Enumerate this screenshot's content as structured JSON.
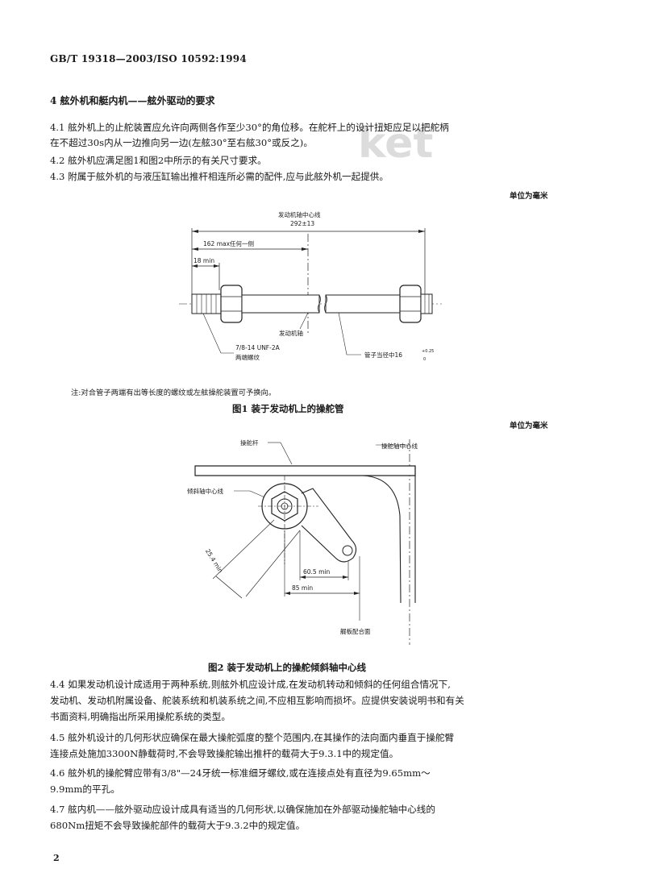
{
  "header": "GB/T 19318—2003/ISO 10592:1994",
  "section4_heading": "4 舷外机和艇内机——舷外驱动的要求",
  "paragraphs": {
    "p4_1_a": "4.1 舷外机上的止舵装置应允许向两侧各作至少30°的角位移。在舵杆上的设计扭矩应足以把舵柄",
    "p4_1_b": "在不超过30s内从一边推向另一边(左舷30°至右舷30°或反之)。",
    "p4_2": "4.2 舷外机应满足图1和图2中所示的有关尺寸要求。",
    "p4_3": "4.3 附属于舷外机的与液压缸输出推杆相连所必需的配件,应与此舷外机一起提供。",
    "p4_4_a": "4.4 如果发动机设计成适用于两种系统,则舷外机应设计成,在发动机转动和倾斜的任何组合情况下,",
    "p4_4_b": "发动机、发动机附属设备、舵装系统和机装系统之间,不应相互影响而损坏。应提供安装说明书和有关",
    "p4_4_c": "书面资料,明确指出所采用操舵系统的类型。",
    "p4_5_a": "4.5 舷外机设计的几何形状应确保在最大操舵弧度的整个范围内,在其操作的法向面内垂直于操舵臂",
    "p4_5_b": "连接点处施加3300N静载荷时,不会导致操舵输出推杆的载荷大于9.3.1中的规定值。",
    "p4_6_a": "4.6 舷外机的操舵臂应带有3/8\"—24牙统一标准细牙螺纹,或在连接点处有直径为9.65mm～",
    "p4_6_b": "9.9mm的平孔。",
    "p4_7_a": "4.7 舷内机——舷外驱动应设计成具有适当的几何形状,以确保施加在外部驱动操舵轴中心线的",
    "p4_7_b": "680Nm扭矩不会导致操舵部件的载荷大于9.3.2中的规定值。"
  },
  "unit_label_1": "单位为毫米",
  "unit_label_2": "单位为毫米",
  "figure1": {
    "label_center": "发动机轴中心线",
    "label_292": "292±13",
    "label_162": "162 max任何一侧",
    "label_18": "18 min",
    "label_shaft": "发动机轴",
    "label_thread_1": "7/8-14 UNF-2A",
    "label_thread_2": "两端螺纹",
    "label_tube": "管子当径中16",
    "label_tol_top": "+0.25",
    "label_tol_bottom": "0",
    "note": "注:对合管子两端有出等长度的螺纹或左舷操舵装置可予换向。",
    "caption": "图1 装于发动机上的操舵管"
  },
  "figure2": {
    "label_arm": "操舵杆",
    "label_steer_axis": "操舵轴中心线",
    "label_tilt_axis": "倾斜轴中心线",
    "label_25_4": "25.4 min",
    "label_60_5": "60.5 min",
    "label_85": "85 min",
    "label_mount": "艉板配合面",
    "caption": "图2 装于发动机上的操舵倾斜轴中心线"
  },
  "watermark": "ket",
  "page_number": "2"
}
